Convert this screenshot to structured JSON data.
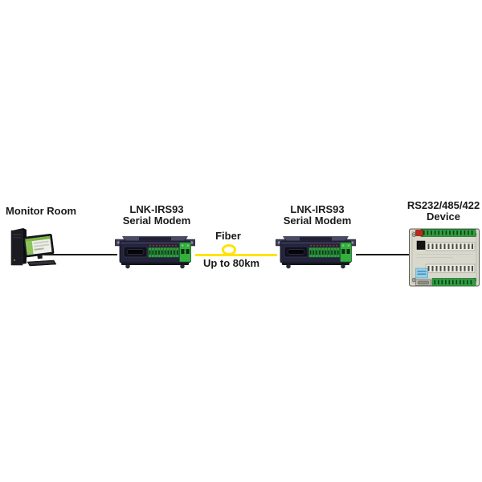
{
  "diagram": {
    "monitor_room": {
      "label": "Monitor Room"
    },
    "modem_left": {
      "name": "LNK-IRS93",
      "type": "Serial Modem"
    },
    "fiber_link": {
      "label": "Fiber",
      "distance": "Up to 80km"
    },
    "modem_right": {
      "name": "LNK-IRS93",
      "type": "Serial Modem"
    },
    "device": {
      "name": "RS232/485/422",
      "type": "Device"
    }
  },
  "colors": {
    "bg": "#ffffff",
    "text": "#1a1a1a",
    "cable": "#1a1a1a",
    "fiber": "#ffe400",
    "modem_body": "#23233c",
    "terminal_green": "#2f9e41",
    "led_red": "#c23118",
    "plc_body": "#d8d8cc",
    "sticker_blue": "#8fd0e8"
  }
}
